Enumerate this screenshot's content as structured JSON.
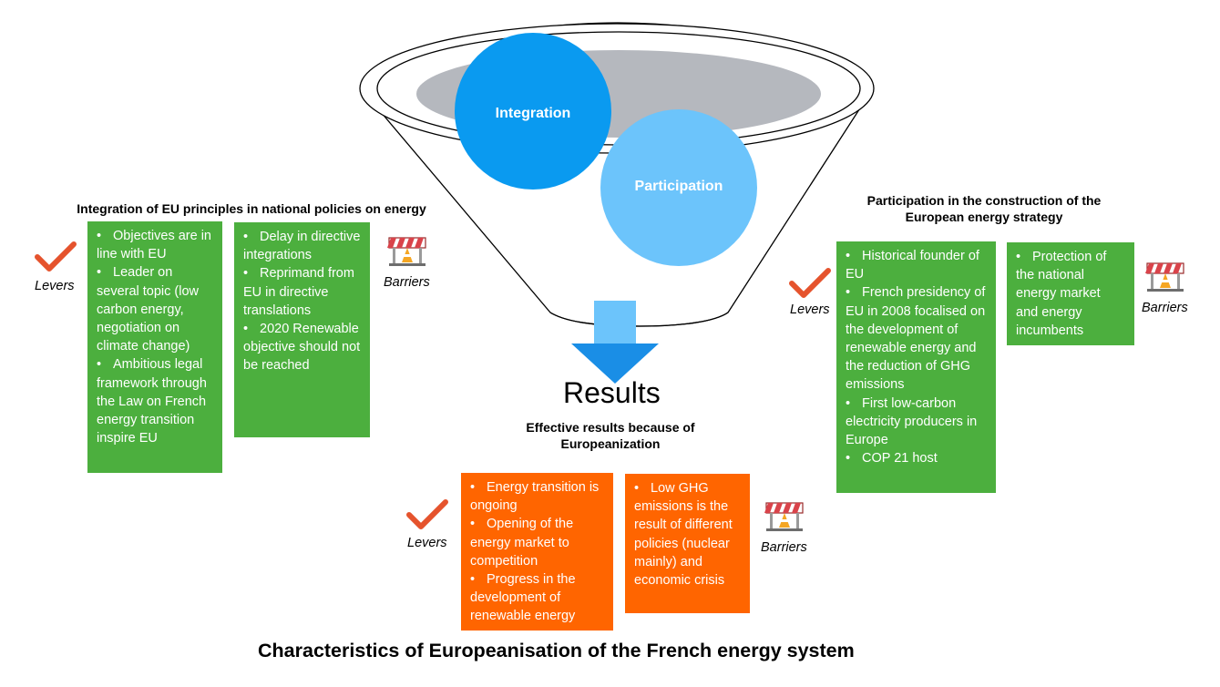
{
  "circles": {
    "integration": "Integration",
    "participation": "Participation"
  },
  "results": {
    "label": "Results",
    "subtitle": "Effective results because of Europeanization",
    "levers_label": "Levers",
    "barriers_label": "Barriers",
    "levers": [
      "Energy transition is ongoing",
      "Opening of the energy market to competition",
      "Progress in the development of renewable energy"
    ],
    "barriers": [
      "Low GHG emissions is the result of different policies (nuclear mainly) and economic crisis"
    ]
  },
  "integration_section": {
    "title": "Integration of EU principles in national policies on energy",
    "levers_label": "Levers",
    "barriers_label": "Barriers",
    "levers": [
      "Objectives are in line with EU",
      "Leader on several topic (low carbon energy, negotiation on climate change)",
      "Ambitious legal framework through the Law on French energy transition inspire EU"
    ],
    "barriers": [
      "Delay in directive integrations",
      "Reprimand from EU in directive translations",
      "2020 Renewable objective should not be reached"
    ]
  },
  "participation_section": {
    "title": "Participation in the construction of the European energy strategy",
    "levers_label": "Levers",
    "barriers_label": "Barriers",
    "levers": [
      "Historical founder of EU",
      "French presidency of EU in 2008 focalised on the development  of renewable energy and the reduction of GHG emissions",
      "First low-carbon electricity producers in Europe",
      "COP 21 host"
    ],
    "barriers": [
      "Protection of the national energy market and energy incumbents"
    ]
  },
  "main_title": "Characteristics of Europeanisation of the French energy system",
  "colors": {
    "lever_box": "#4caf3e",
    "results_box": "#ff6500",
    "circle_integration": "#0a9af0",
    "circle_participation": "#6cc4fb",
    "checkmark": "#e5532d",
    "arrow": "#1a8ee6"
  },
  "icons": {
    "check": "checkmark-icon",
    "barrier": "road-barrier-icon"
  }
}
